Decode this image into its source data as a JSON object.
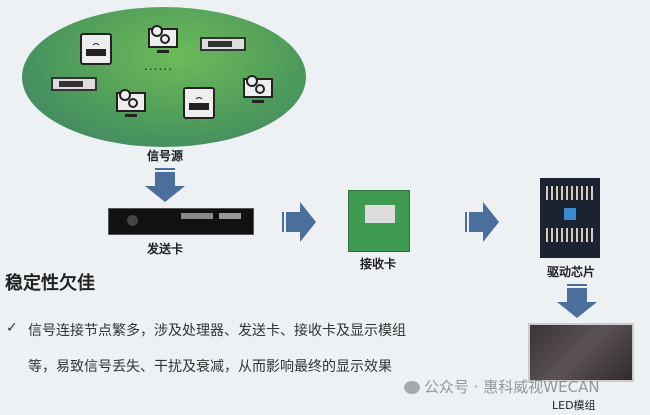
{
  "signal_source": {
    "label": "信号源",
    "dots": "......"
  },
  "sender": {
    "label": "发送卡"
  },
  "receiver": {
    "label": "接收卡"
  },
  "driver": {
    "label": "驱动芯片"
  },
  "led": {
    "label": "LED模组"
  },
  "section": {
    "title": "稳定性欠佳",
    "check": "✓",
    "line1": "信号连接节点繁多，涉及处理器、发送卡、接收卡及显示模组",
    "line2": "等，易致信号丢失、干扰及衰减，从而影响最终的显示效果"
  },
  "watermark": "公众号 · 惠科威视WECAN",
  "colors": {
    "arrow": "#4a6f9c",
    "ellipse": "#5fae5a"
  }
}
